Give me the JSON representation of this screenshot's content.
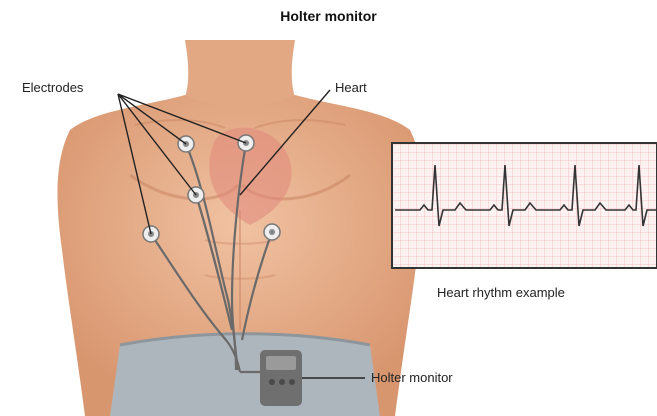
{
  "diagram": {
    "title": "Holter monitor",
    "labels": {
      "electrodes": "Electrodes",
      "heart": "Heart",
      "holter_monitor": "Holter monitor",
      "ecg_caption": "Heart rhythm example"
    }
  },
  "colors": {
    "skin": "#e8b08c",
    "skin_shadow": "#c98563",
    "pants": "#aeb6bd",
    "heart": "#e0867a",
    "ecg_grid": "#f2b5b5",
    "ecg_bg": "#fdf2f2",
    "device": "#6f6f6f",
    "leader": "#222222"
  }
}
